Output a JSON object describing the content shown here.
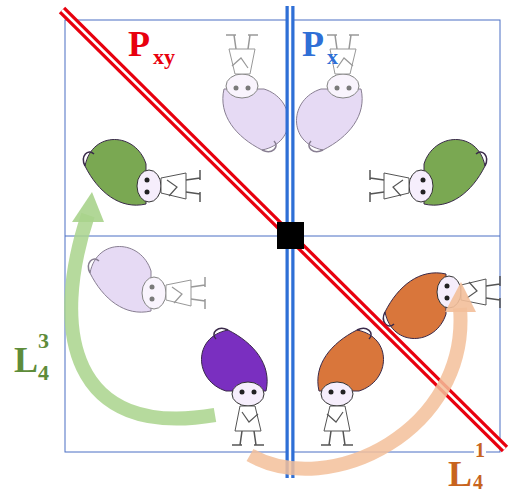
{
  "diagram": {
    "labels": [
      "P",
      "xy",
      "P",
      "x",
      "L",
      "4",
      "3",
      "L",
      "4",
      "1"
    ]
  }
}
